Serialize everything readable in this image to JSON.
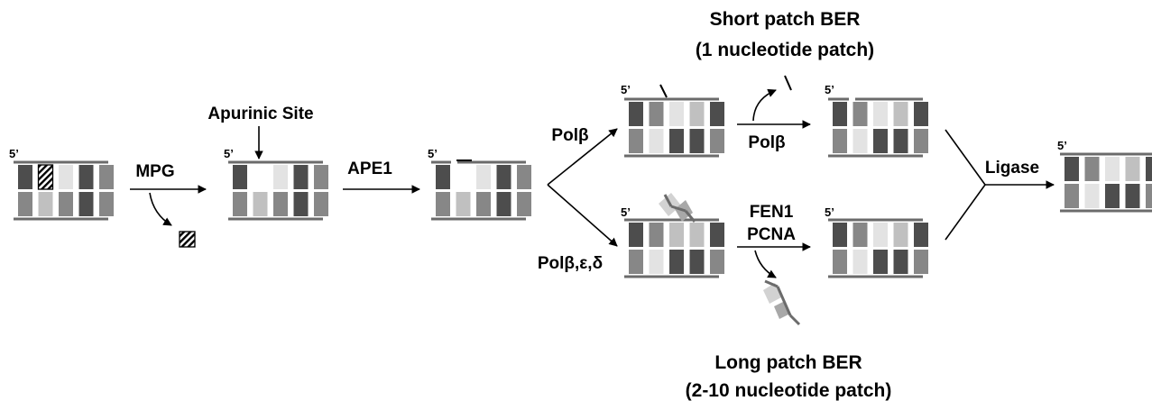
{
  "titles": {
    "short_patch": "Short patch BER",
    "short_patch_sub": "(1 nucleotide patch)",
    "long_patch": "Long patch BER",
    "long_patch_sub": "(2-10 nucleotide patch)"
  },
  "annotations": {
    "apurinic_site": "Apurinic Site"
  },
  "steps": {
    "mpg": "MPG",
    "ape1": "APE1",
    "polb_upper": "Polβ",
    "polb_lower": "Polβ,ε,δ",
    "polb_short": "Polβ",
    "fen1": "FEN1",
    "pcna": "PCNA",
    "ligase": "Ligase"
  },
  "strand_marker": "5’",
  "colors": {
    "dark": "#4d4d4d",
    "medium": "#878787",
    "light": "#c0c0c0",
    "pale": "#e3e3e3",
    "backbone": "#6b6b6b",
    "flap_light": "#d2d2d2",
    "flap_medium": "#a8a8a8"
  }
}
